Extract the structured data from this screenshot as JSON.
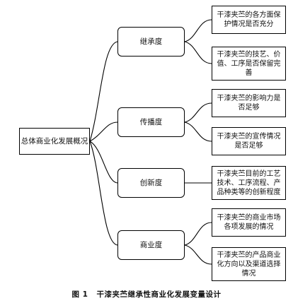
{
  "root": {
    "label": "总体商业化发展概况"
  },
  "branches": [
    {
      "label": "继承度",
      "leaves": [
        "干漆夹苎的各方面保护情况是否充分",
        "干漆夹苎的技艺、价值、工序是否保留完善"
      ]
    },
    {
      "label": "传播度",
      "leaves": [
        "干漆夹苎的影响力是否足够",
        "干漆夹苎的宣传情况是否足够"
      ]
    },
    {
      "label": "创新度",
      "leaves": [
        "干漆夹苎目前的工艺技术、工序流程、产品种类等的创新程度"
      ]
    },
    {
      "label": "商业度",
      "leaves": [
        "干漆夹苎的商业市场各项发展的情况",
        "干漆夹苎的产品商业化方向以及渠道选择情况"
      ]
    }
  ],
  "caption": {
    "figure_no": "图 1",
    "title": "干漆夹苎继承性商业化发展变量设计"
  },
  "colors": {
    "line": "#000000",
    "box_border": "#000000",
    "text": "#111111"
  }
}
